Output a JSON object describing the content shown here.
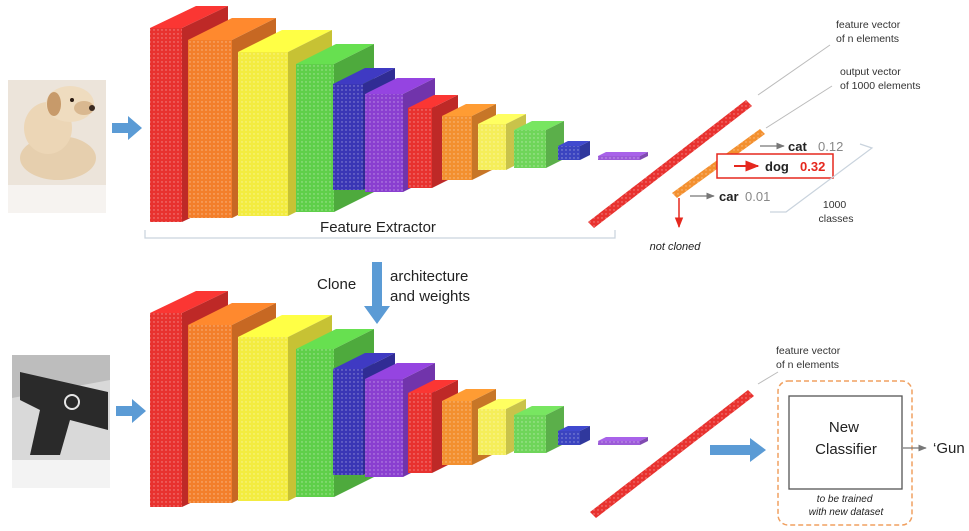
{
  "top": {
    "feature_extractor_label": "Feature Extractor",
    "feature_vector_label": [
      "feature vector",
      "of n elements"
    ],
    "output_vector_label": [
      "output vector",
      "of 1000 elements"
    ],
    "classes": [
      {
        "name": "cat",
        "score": "0.12"
      },
      {
        "name": "dog",
        "score": "0.32"
      },
      {
        "name": "car",
        "score": "0.01"
      }
    ],
    "classes_count_label": [
      "1000",
      "classes"
    ],
    "not_cloned_label": "not cloned"
  },
  "middle": {
    "clone_label": "Clone",
    "clone_detail": [
      "architecture",
      "and weights"
    ]
  },
  "bottom": {
    "feature_vector_label": [
      "feature vector",
      "of n elements"
    ],
    "classifier_label": [
      "New",
      "Classifier"
    ],
    "classifier_note": [
      "to be trained",
      "with new dataset"
    ],
    "output_label": "‘Gun"
  },
  "colors": {
    "layers": [
      "#e8322f",
      "#f37f2b",
      "#f3ec40",
      "#5fcf4a",
      "#3a36b5",
      "#8a3fd0",
      "#e8322f",
      "#f3902f",
      "#f5ee5a",
      "#6fd55a",
      "#3b44c0",
      "#9c5bd8"
    ],
    "arrow": "#5b9bd5",
    "highlight": "#e5281e",
    "dashed_box": "#f0a060"
  }
}
